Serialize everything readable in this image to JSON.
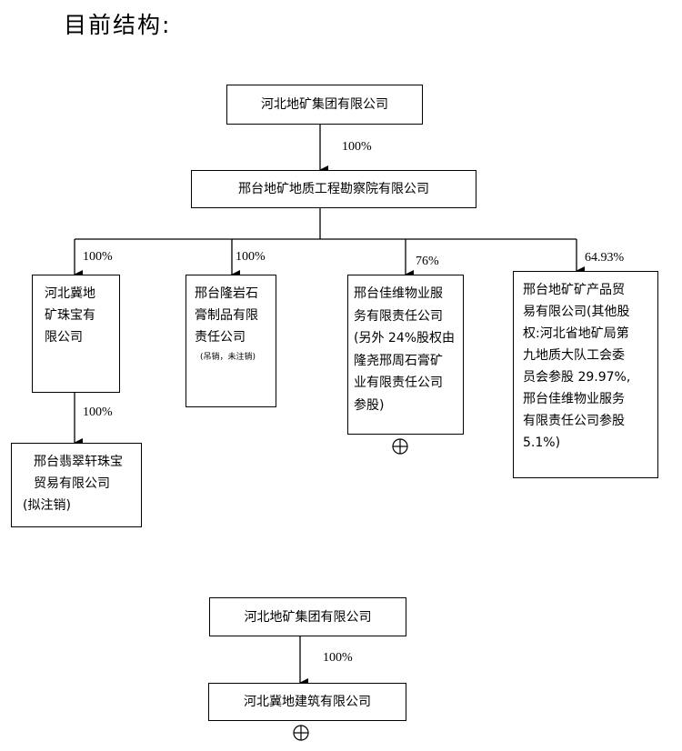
{
  "heading": "目前结构:",
  "top": {
    "parent": "河北地矿集团有限公司",
    "pct_parent": "100%",
    "institute": "邢台地矿地质工程勘察院有限公司",
    "sub1": {
      "pct": "100%",
      "lines": [
        "河北冀地",
        "矿珠宝有",
        "限公司"
      ]
    },
    "sub2": {
      "pct": "100%",
      "lines": [
        "邢台隆岩石",
        "膏制品有限",
        "责任公司"
      ],
      "note": "(吊销，未注销)"
    },
    "sub3": {
      "pct": "76%",
      "lines": [
        "邢台佳维物业服",
        "务有限责任公司",
        "(另外 24%股权由",
        "隆尧邢周石膏矿",
        "业有限责任公司",
        "参股)"
      ]
    },
    "sub4": {
      "pct": "64.93%",
      "lines": [
        "邢台地矿矿产品贸",
        "易有限公司(其他股",
        "权:河北省地矿局第",
        "九地质大队工会委",
        "员会参股 29.97%,",
        "邢台佳维物业服务",
        "有限责任公司参股",
        "5.1%)"
      ]
    },
    "grand": {
      "pct": "100%",
      "lines": [
        "邢台翡翠轩珠宝",
        "贸易有限公司",
        "(拟注销)"
      ]
    }
  },
  "bottom": {
    "parent": "河北地矿集团有限公司",
    "pct": "100%",
    "child": "河北冀地建筑有限公司"
  }
}
